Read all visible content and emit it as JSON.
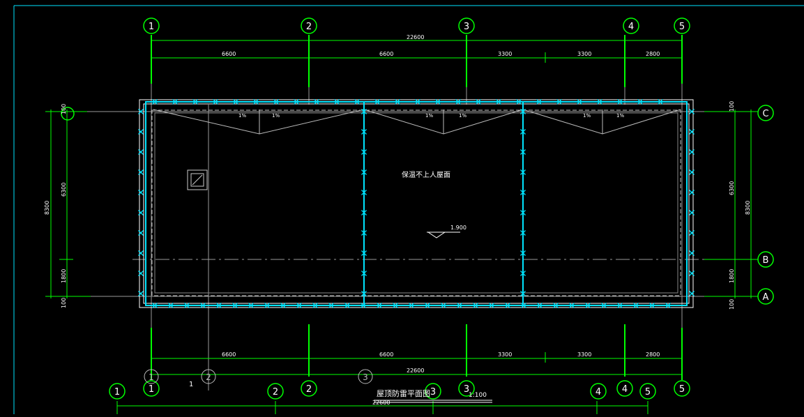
{
  "colors": {
    "background": "#000000",
    "grid": "#00ff00",
    "roof_outline": "#ffffff",
    "lightning": "#00e5ff",
    "text": "#ffffff",
    "frame": "#00e5ff"
  },
  "drawing": {
    "title": "屋顶防雷平面图",
    "scale": "1:100",
    "roof_note": "保温不上人屋面",
    "elevation": "1.900",
    "sub_label": "1",
    "slope_labels": [
      "1%",
      "1%",
      "1%",
      "1%",
      "1%",
      "1%"
    ]
  },
  "axes_top": {
    "labels": [
      "1",
      "2",
      "3",
      "4",
      "5"
    ],
    "total": "22600",
    "spans": [
      "6600",
      "6600",
      "3300",
      "3300",
      "2800"
    ]
  },
  "axes_bottom": {
    "labels": [
      "1",
      "2",
      "3",
      "4",
      "5"
    ],
    "total": "22600",
    "spans": [
      "6600",
      "6600",
      "3300",
      "3300",
      "2800"
    ]
  },
  "axes_right": {
    "labels": [
      "C",
      "B",
      "A"
    ],
    "total": "8300",
    "spans": [
      "6300",
      "1800"
    ],
    "edge_top": "100",
    "edge_bottom": "100"
  },
  "axes_left": {
    "total": "8300",
    "spans": [
      "6300",
      "1800"
    ],
    "edge_top": "100",
    "edge_bottom": "100"
  },
  "lower_partial": {
    "labels_row": [
      "1",
      "2",
      "3",
      "4",
      "5"
    ],
    "labels_offset": [
      "1",
      "2",
      "3"
    ],
    "total": "22600"
  }
}
